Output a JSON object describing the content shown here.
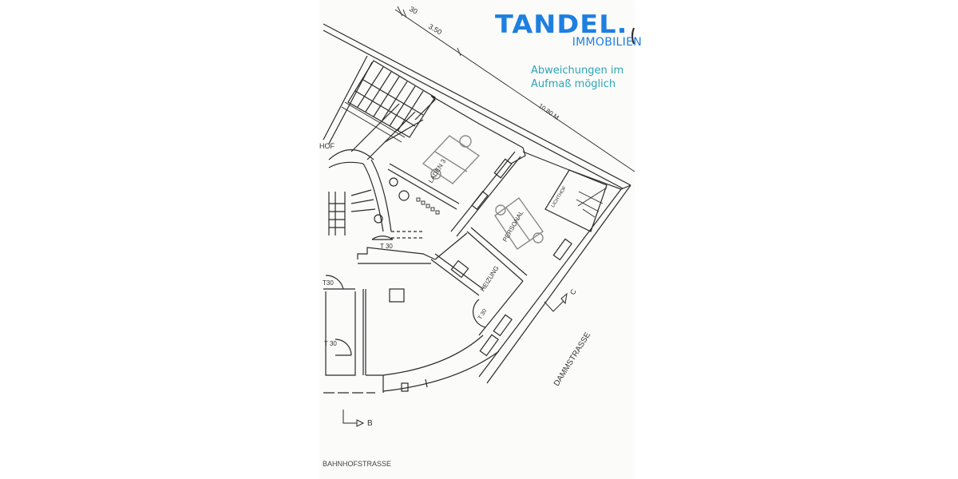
{
  "logo": {
    "brand": "TANDEL.",
    "subtitle": "IMMOBILIEN",
    "brand_color": "#1d7fe0"
  },
  "disclaimer": {
    "line1": "Abweichungen im",
    "line2": "Aufmaß möglich",
    "color": "#2aa6b6"
  },
  "floorplan": {
    "dimensions": {
      "d1": "30",
      "d2": "3.50",
      "d3": "10.80 M"
    },
    "rooms": {
      "laden": "LADEN 3",
      "personal": "PERSONAL",
      "heizung": "HEIZUNG",
      "lichthof": "LICHTHOF",
      "hof": "HOF"
    },
    "doors": {
      "t30_a": "T 30",
      "t30_b": "T30",
      "t30_c": "T 30",
      "t30_d": "T 30"
    },
    "section_markers": {
      "b": "B",
      "c": "C"
    },
    "streets": {
      "bahnhofstrasse": "BAHNHOFSTRASSE",
      "dammstrasse": "DAMMSTRASSE"
    }
  }
}
